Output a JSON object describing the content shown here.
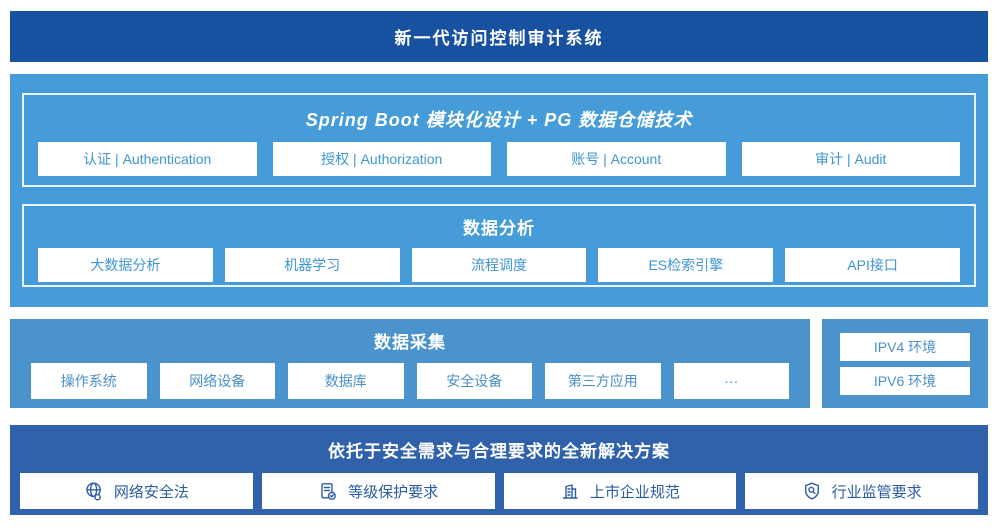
{
  "colors": {
    "banner_bg": "#17519F",
    "platform_bg": "#459CD8",
    "collection_bg": "#4B93CC",
    "solution_bg": "#2F62AB",
    "box_text_platform": "#3E96D3",
    "box_text_collection": "#4A90C9",
    "box_text_solution": "#2C5CA6",
    "box_bg": "#FFFFFF"
  },
  "banner": {
    "title": "新一代访问控制审计系统"
  },
  "platform": {
    "modules": {
      "title": "Spring Boot 模块化设计 + PG 数据仓储技术",
      "boxes": [
        "认证 | Authentication",
        "授权 | Authorization",
        "账号 | Account",
        "审计 | Audit"
      ]
    },
    "analysis": {
      "title": "数据分析",
      "boxes": [
        "大数据分析",
        "机器学习",
        "流程调度",
        "ES检索引擎",
        "API接口"
      ]
    }
  },
  "collection": {
    "title": "数据采集",
    "boxes": [
      "操作系统",
      "网络设备",
      "数据库",
      "安全设备",
      "第三方应用",
      "···"
    ]
  },
  "environments": {
    "items": [
      "IPV4 环境",
      "IPV6 环境"
    ]
  },
  "solution": {
    "title": "依托于安全需求与合理要求的全新解决方案",
    "items": [
      {
        "icon": "globe-icon",
        "label": "网络安全法"
      },
      {
        "icon": "document-check-icon",
        "label": "等级保护要求"
      },
      {
        "icon": "building-icon",
        "label": "上市企业规范"
      },
      {
        "icon": "shield-search-icon",
        "label": "行业监管要求"
      }
    ]
  }
}
